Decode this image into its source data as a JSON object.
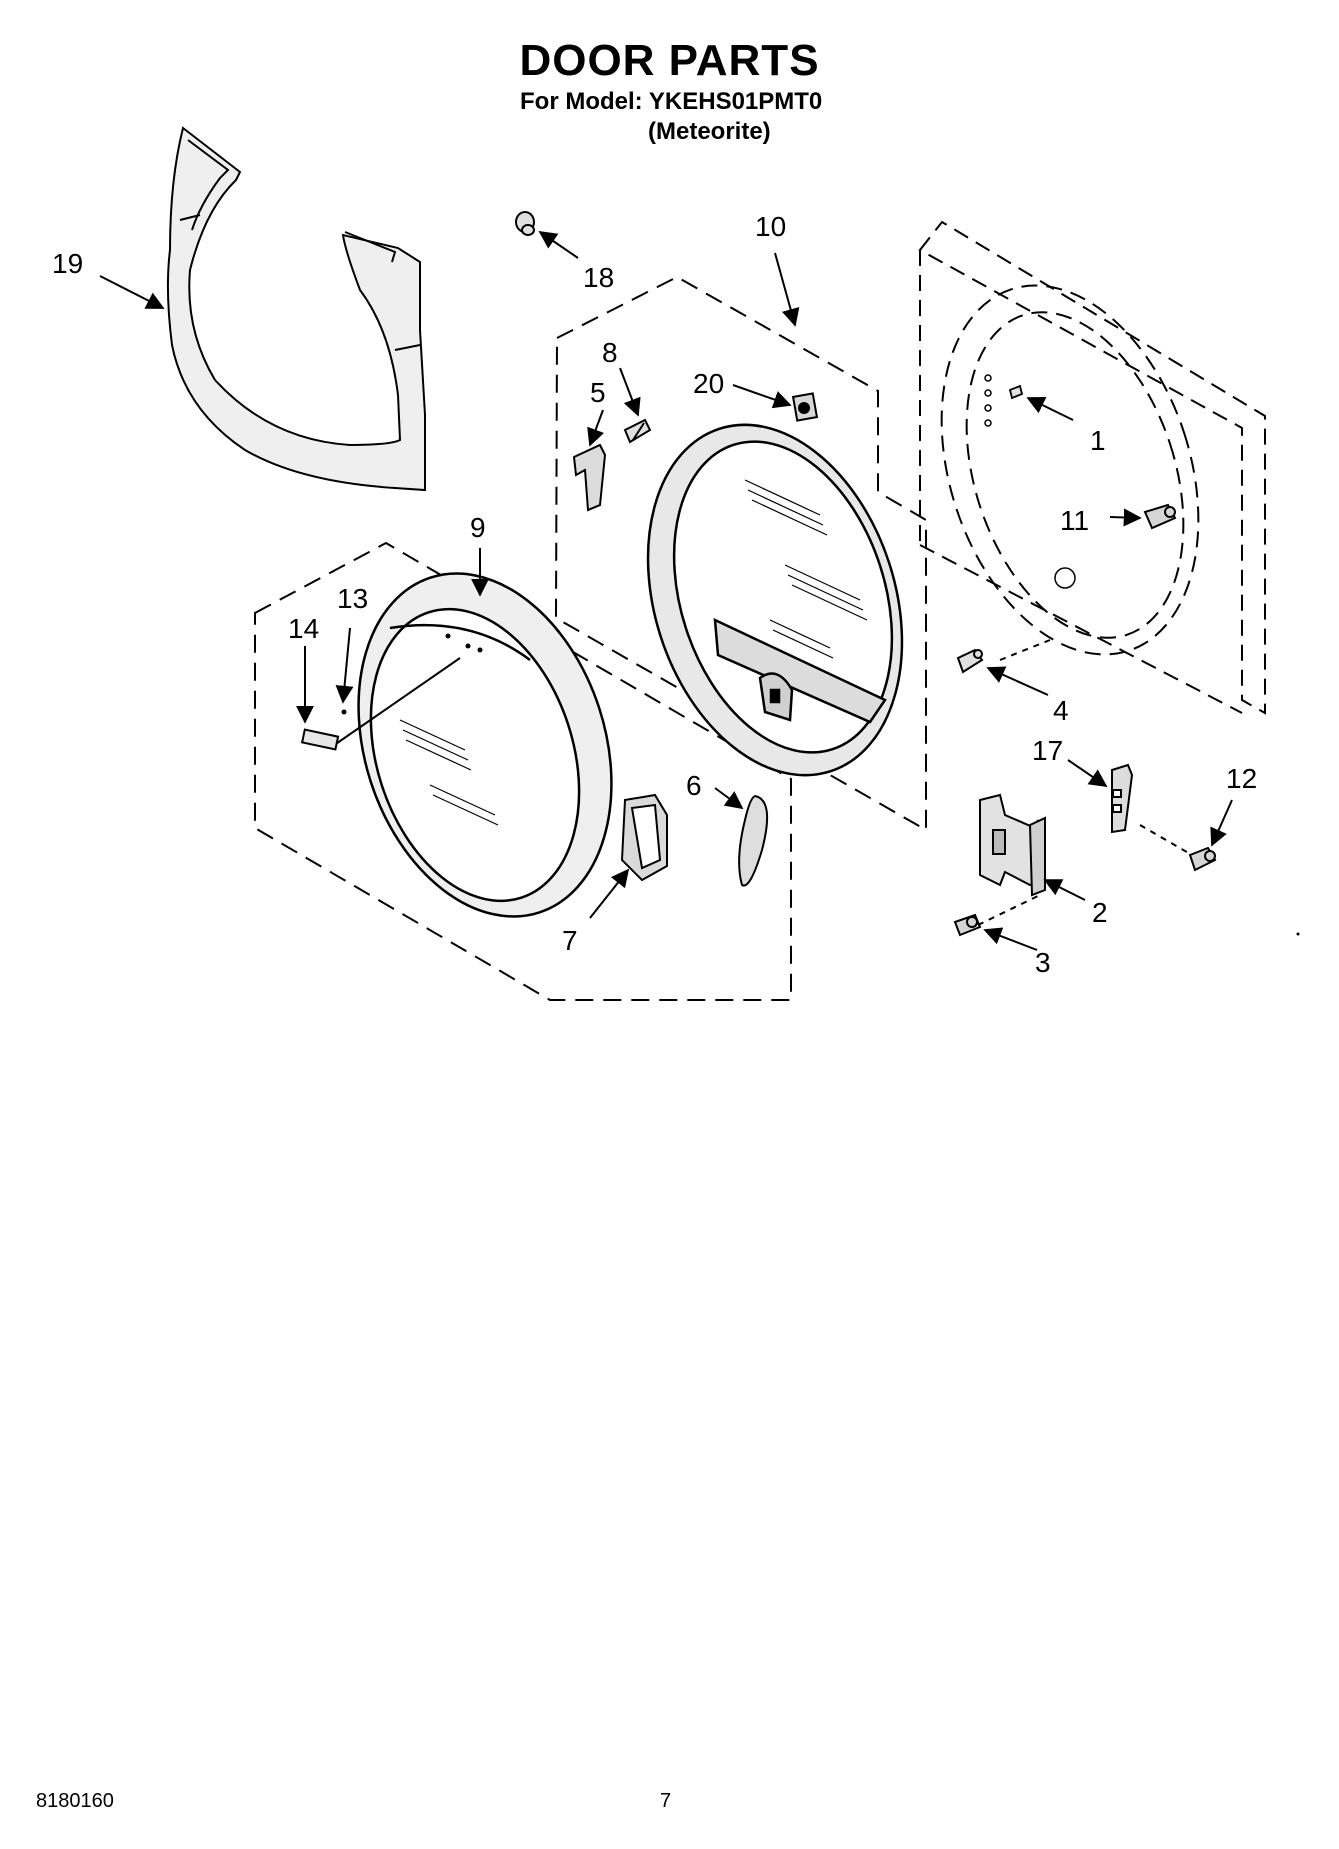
{
  "header": {
    "title": "DOOR PARTS",
    "model": "For Model: YKEHS01PMT0",
    "variant": "(Meteorite)"
  },
  "footer": {
    "document_number": "8180160",
    "page_number": "7"
  },
  "callouts": [
    "1",
    "2",
    "3",
    "4",
    "5",
    "6",
    "7",
    "8",
    "9",
    "10",
    "11",
    "12",
    "13",
    "14",
    "17",
    "18",
    "19",
    "20"
  ],
  "colors": {
    "line": "#000000",
    "background": "#ffffff",
    "part_fill": "#e0e0e0"
  }
}
